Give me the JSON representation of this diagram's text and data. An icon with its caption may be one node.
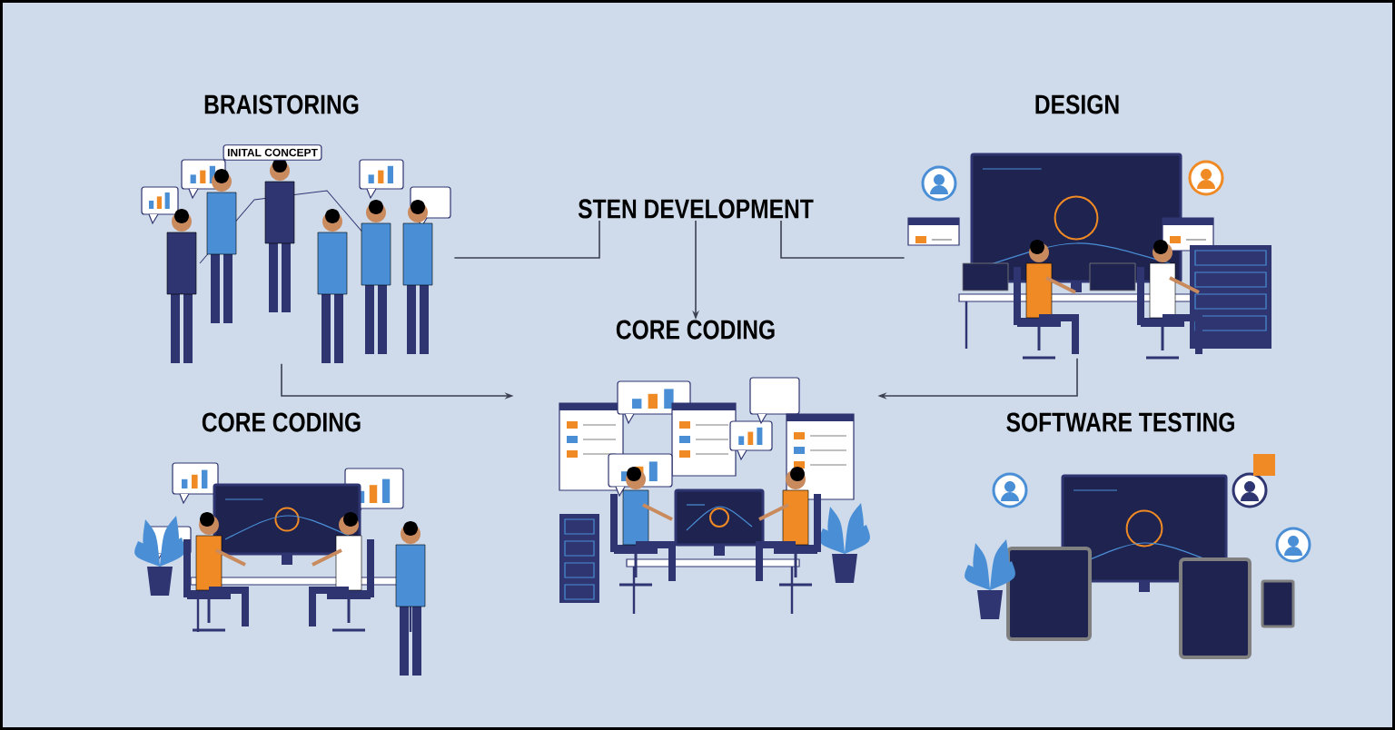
{
  "diagram": {
    "nodes": [
      {
        "text": [
          "BRAISTORING"
        ]
      },
      {
        "text": [
          "INITAL CONCEPT"
        ],
        "in": 0
      },
      {
        "text": [
          "STEN DEVELOPMENT"
        ]
      },
      {
        "text": [
          "DESIGN"
        ]
      },
      {
        "text": [
          "CORE CODING"
        ]
      },
      {
        "text": [
          "CORE CODING"
        ]
      },
      {
        "text": [
          "SOFTWARE TESTING"
        ]
      }
    ],
    "edges": [
      {
        "from": 0,
        "to": 4,
        "arrow": "to"
      },
      {
        "from": 3,
        "to": 4,
        "arrow": "to"
      },
      {
        "from": 2,
        "to": 4,
        "arrow": "to"
      },
      {
        "from": 0,
        "to": 2,
        "arrow": "none"
      },
      {
        "from": 3,
        "to": 2,
        "arrow": "none"
      }
    ]
  }
}
